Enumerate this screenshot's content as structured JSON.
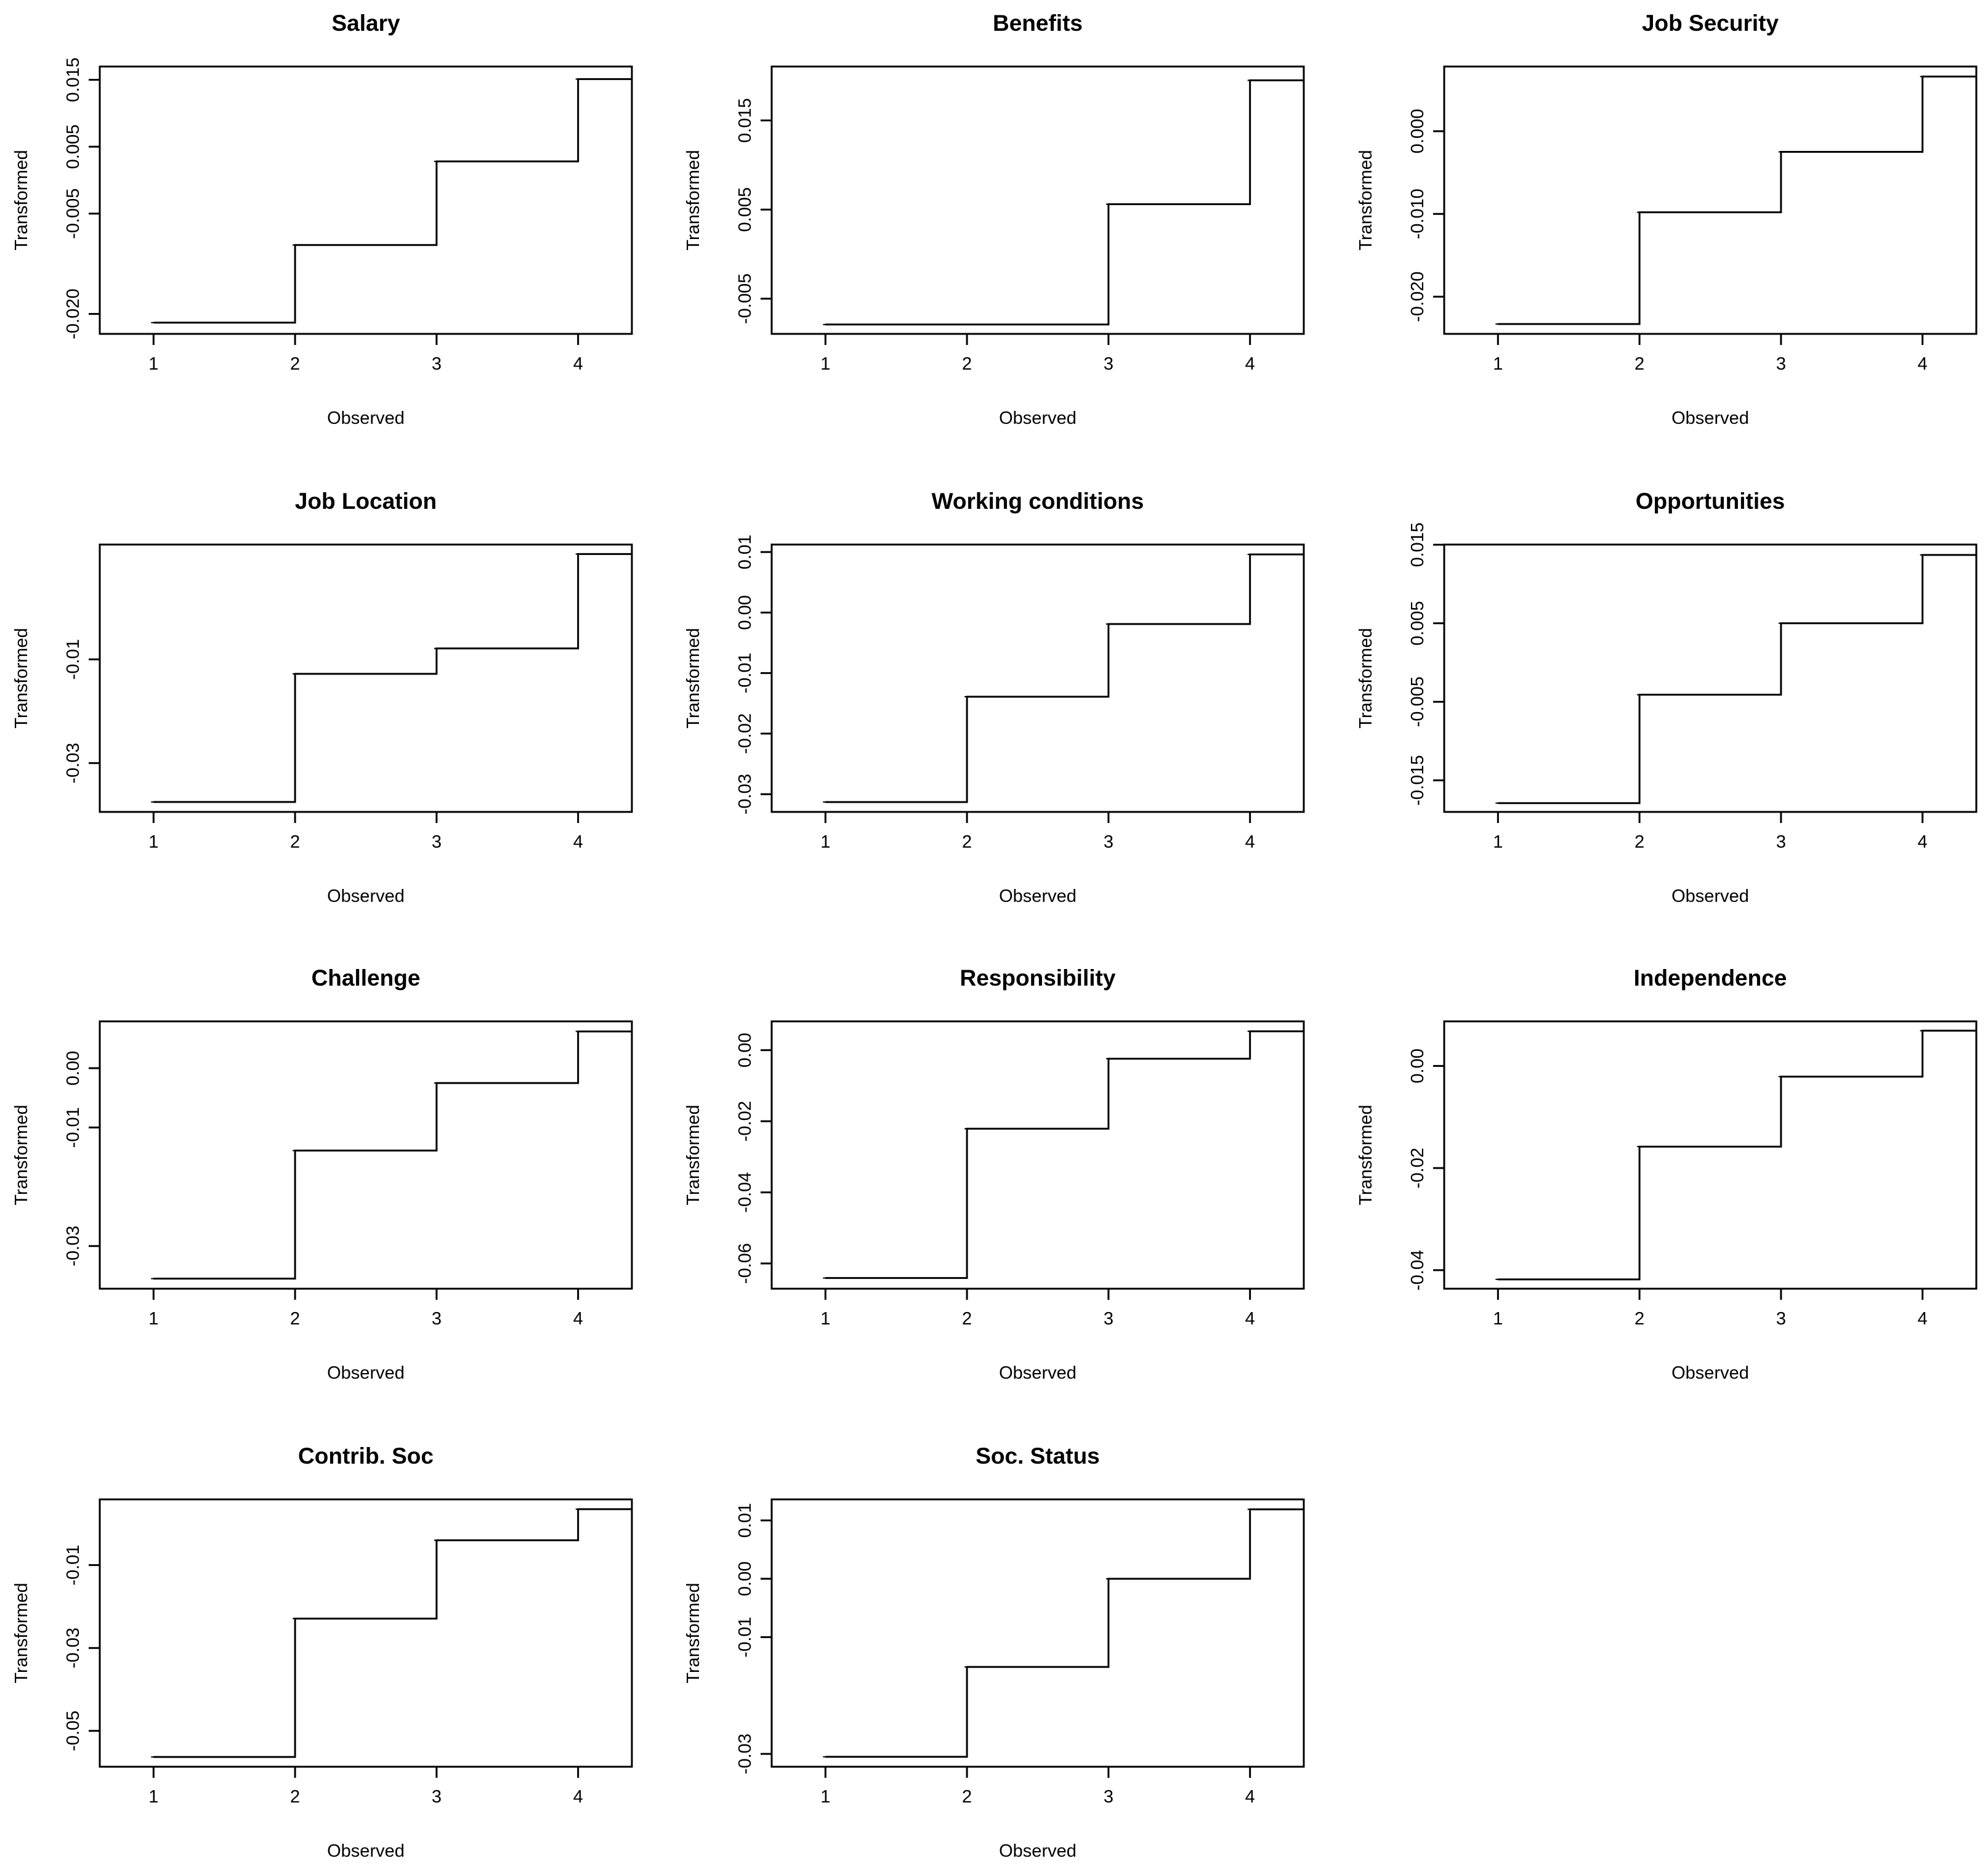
{
  "figure": {
    "ylabel": "Transformed",
    "xlabel": "Observed",
    "line_color": "#000000",
    "background": "#ffffff"
  },
  "chart_data": [
    {
      "type": "line",
      "step": "post",
      "title": "Salary",
      "xlabel": "Observed",
      "ylabel": "Transformed",
      "x": [
        1,
        2,
        3,
        4
      ],
      "y": [
        -0.0213,
        -0.0097,
        0.0028,
        0.0151
      ],
      "xlim": [
        0.62,
        4.38
      ],
      "ylim": [
        -0.02298,
        0.01698
      ],
      "xticks": [
        1,
        2,
        3,
        4
      ],
      "yticks": [
        -0.02,
        -0.005,
        0.005,
        0.015
      ],
      "ytick_labels": [
        "-0.020",
        "-0.005",
        "0.005",
        "0.015"
      ],
      "grid": false
    },
    {
      "type": "line",
      "step": "post",
      "title": "Benefits",
      "xlabel": "Observed",
      "ylabel": "Transformed",
      "x": [
        1,
        2,
        3,
        4
      ],
      "y": [
        -0.0079,
        -0.0079,
        0.0056,
        0.0195
      ],
      "xlim": [
        0.62,
        4.38
      ],
      "ylim": [
        -0.00895,
        0.02105
      ],
      "xticks": [
        1,
        2,
        3,
        4
      ],
      "yticks": [
        -0.005,
        0.005,
        0.015
      ],
      "ytick_labels": [
        "-0.005",
        "0.005",
        "0.015"
      ],
      "grid": false
    },
    {
      "type": "line",
      "step": "post",
      "title": "Job Security",
      "xlabel": "Observed",
      "ylabel": "Transformed",
      "x": [
        1,
        2,
        3,
        4
      ],
      "y": [
        -0.0233,
        -0.0098,
        -0.0025,
        0.0066
      ],
      "xlim": [
        0.62,
        4.38
      ],
      "ylim": [
        -0.02449,
        0.00781
      ],
      "xticks": [
        1,
        2,
        3,
        4
      ],
      "yticks": [
        -0.02,
        -0.01,
        0.0
      ],
      "ytick_labels": [
        "-0.020",
        "-0.010",
        "0.000"
      ],
      "grid": false
    },
    {
      "type": "line",
      "step": "post",
      "title": "Job Location",
      "xlabel": "Observed",
      "ylabel": "Transformed",
      "x": [
        1,
        2,
        3,
        4
      ],
      "y": [
        -0.0375,
        -0.0128,
        -0.0079,
        0.0103
      ],
      "xlim": [
        0.62,
        4.38
      ],
      "ylim": [
        -0.03941,
        0.01213
      ],
      "xticks": [
        1,
        2,
        3,
        4
      ],
      "yticks": [
        -0.03,
        -0.01
      ],
      "ytick_labels": [
        "-0.03",
        "-0.01"
      ],
      "grid": false
    },
    {
      "type": "line",
      "step": "post",
      "title": "Working conditions",
      "xlabel": "Observed",
      "ylabel": "Transformed",
      "x": [
        1,
        2,
        3,
        4
      ],
      "y": [
        -0.0313,
        -0.0139,
        -0.0019,
        0.0096
      ],
      "xlim": [
        0.62,
        4.38
      ],
      "ylim": [
        -0.03293,
        0.01123
      ],
      "xticks": [
        1,
        2,
        3,
        4
      ],
      "yticks": [
        -0.03,
        -0.02,
        -0.01,
        0.0,
        0.01
      ],
      "ytick_labels": [
        "-0.03",
        "-0.02",
        "-0.01",
        "0.00",
        "0.01"
      ],
      "grid": false
    },
    {
      "type": "line",
      "step": "post",
      "title": "Opportunities",
      "xlabel": "Observed",
      "ylabel": "Transformed",
      "x": [
        1,
        2,
        3,
        4
      ],
      "y": [
        -0.0179,
        -0.0041,
        0.005,
        0.0137
      ],
      "xlim": [
        0.62,
        4.38
      ],
      "ylim": [
        -0.01902,
        0.01502
      ],
      "xticks": [
        1,
        2,
        3,
        4
      ],
      "yticks": [
        -0.015,
        -0.005,
        0.005,
        0.015
      ],
      "ytick_labels": [
        "-0.015",
        "-0.005",
        "0.005",
        "0.015"
      ],
      "grid": false
    },
    {
      "type": "line",
      "step": "post",
      "title": "Challenge",
      "xlabel": "Observed",
      "ylabel": "Transformed",
      "x": [
        1,
        2,
        3,
        4
      ],
      "y": [
        -0.0355,
        -0.0139,
        -0.0025,
        0.0062
      ],
      "xlim": [
        0.62,
        4.38
      ],
      "ylim": [
        -0.0372,
        0.0079
      ],
      "xticks": [
        1,
        2,
        3,
        4
      ],
      "yticks": [
        -0.03,
        -0.01,
        0.0
      ],
      "ytick_labels": [
        "-0.03",
        "-0.01",
        "0.00"
      ],
      "grid": false
    },
    {
      "type": "line",
      "step": "post",
      "title": "Responsibility",
      "xlabel": "Observed",
      "ylabel": "Transformed",
      "x": [
        1,
        2,
        3,
        4
      ],
      "y": [
        -0.0641,
        -0.0221,
        -0.0024,
        0.0053
      ],
      "xlim": [
        0.62,
        4.38
      ],
      "ylim": [
        -0.0671,
        0.0081
      ],
      "xticks": [
        1,
        2,
        3,
        4
      ],
      "yticks": [
        -0.06,
        -0.04,
        -0.02,
        0.0
      ],
      "ytick_labels": [
        "-0.06",
        "-0.04",
        "-0.02",
        "0.00"
      ],
      "grid": false
    },
    {
      "type": "line",
      "step": "post",
      "title": "Independence",
      "xlabel": "Observed",
      "ylabel": "Transformed",
      "x": [
        1,
        2,
        3,
        4
      ],
      "y": [
        -0.0418,
        -0.0158,
        -0.0021,
        0.0069
      ],
      "xlim": [
        0.62,
        4.38
      ],
      "ylim": [
        -0.04363,
        0.00873
      ],
      "xticks": [
        1,
        2,
        3,
        4
      ],
      "yticks": [
        -0.04,
        -0.02,
        0.0
      ],
      "ytick_labels": [
        "-0.04",
        "-0.02",
        "0.00"
      ],
      "grid": false
    },
    {
      "type": "line",
      "step": "post",
      "title": "Contrib. Soc",
      "xlabel": "Observed",
      "ylabel": "Transformed",
      "x": [
        1,
        2,
        3,
        4
      ],
      "y": [
        -0.0563,
        -0.0229,
        -0.004,
        0.0035
      ],
      "xlim": [
        0.62,
        4.38
      ],
      "ylim": [
        -0.05866,
        0.00586
      ],
      "xticks": [
        1,
        2,
        3,
        4
      ],
      "yticks": [
        -0.05,
        -0.03,
        -0.01
      ],
      "ytick_labels": [
        "-0.05",
        "-0.03",
        "-0.01"
      ],
      "grid": false
    },
    {
      "type": "line",
      "step": "post",
      "title": "Soc. Status",
      "xlabel": "Observed",
      "ylabel": "Transformed",
      "x": [
        1,
        2,
        3,
        4
      ],
      "y": [
        -0.0305,
        -0.0151,
        0.0,
        0.0119
      ],
      "xlim": [
        0.62,
        4.38
      ],
      "ylim": [
        -0.0322,
        0.0136
      ],
      "xticks": [
        1,
        2,
        3,
        4
      ],
      "yticks": [
        -0.03,
        -0.01,
        0.0,
        0.01
      ],
      "ytick_labels": [
        "-0.03",
        "-0.01",
        "0.00",
        "0.01"
      ],
      "grid": false
    }
  ]
}
